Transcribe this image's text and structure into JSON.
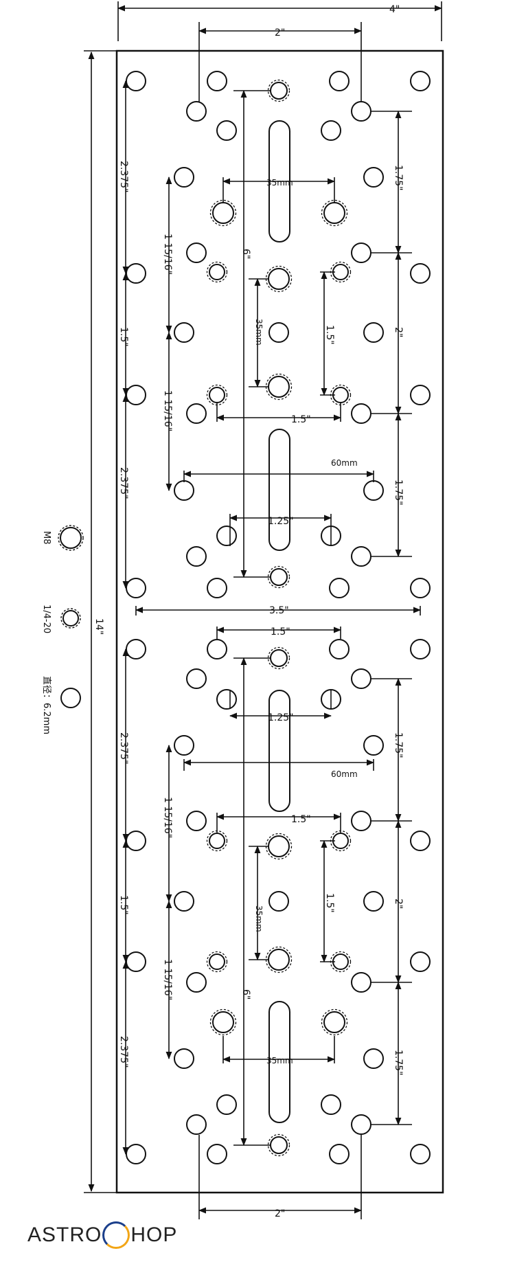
{
  "overall_width_label": "4\"",
  "overall_height_label": "14\"",
  "dims": {
    "top_2": "2\"",
    "bottom_2": "2\"",
    "left_2375": "2.375\"",
    "left_15": "1.5\"",
    "frac": "1 15/16\"",
    "mm35": "35mm",
    "six": "6\"",
    "r175": "1.75\"",
    "r2": "2\"",
    "r15": "1.5\"",
    "h15": "1.5\"",
    "h125": "1.25\"",
    "mm60": "60mm",
    "h35": "3.5\""
  },
  "legend": {
    "m8": "M8",
    "quarter20": "1/4-20",
    "diameter": "直径：6.2mm"
  },
  "logo": {
    "left": "ASTRO",
    "right": "HOP"
  },
  "colors": {
    "line": "#111111",
    "logo_blue": "#1b3f8b",
    "logo_orange": "#f2a516"
  }
}
